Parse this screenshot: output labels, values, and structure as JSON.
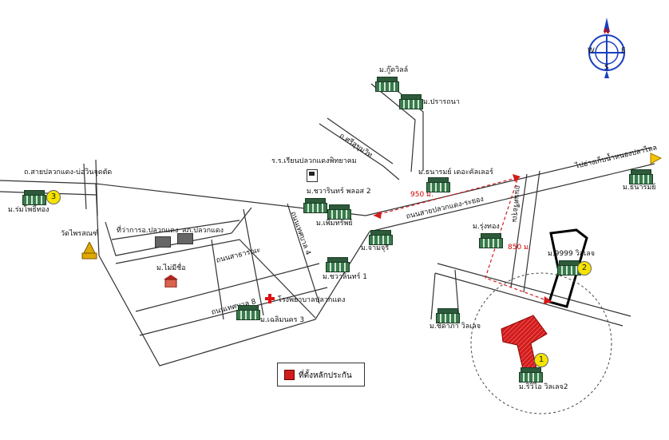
{
  "compass": {
    "north": "N",
    "east": "E",
    "south": "S",
    "west": "W"
  },
  "roads": {
    "road_main": "ถนนสายปลวกแดง-ระยอง",
    "road_top": "ไปอ่างเก็บน้ำหนองปลาไหล",
    "road_left": "ถ.สายปลวกแดง-บ่อวินจุดตัด",
    "road_soi": "ถ.ศรีสุขุมวิท",
    "road_inner1": "ถนนสาธารณะ",
    "road_inner2": "ถนนเทศบาล 8",
    "road_inner3": "ถนนเทศบาล 4",
    "road_side": "ถนนศรีอรุณ"
  },
  "distances": {
    "d1": "950 ม.",
    "d2": "850 ม."
  },
  "places": {
    "mu_gwin": "ม.กู๊ดวิลล์",
    "mu_prathana": "ม.ปรารถนา",
    "school": "ร.ร.เรียนปลวกแดงพิทยาคม",
    "mu_chawarin2": "ม.ชวารินทร์ พลอส 2",
    "mu_thanarom": "ม.ธนารมย์ เดอะคัลเลอร์",
    "mu_permsap": "ม.เพิ่มทรัพย์",
    "mu_amata": "ม.จามจุรี",
    "mu_rungthong": "ม.รุ่งทอง",
    "mu_chawarin1": "ม.ชวาลินทร์ 1",
    "district_office": "ที่ว่าการอ.ปลวกแดง",
    "police": "สภ.ปลวกแดง",
    "mu_romphothong": "ม.ร่มโพธิ์ทอง",
    "temple": "วัดไพรสณฑ์",
    "mu_mai_mi_chue": "ม.ไม่มีชื่อ",
    "hospital": "โรงพยาบาลปลวกแดง",
    "mu_chalermnakorn3": "ม.เฉลิมนคร 3",
    "mu_999": "ม.9999 วิลเลจ",
    "mu_chida": "ม.ชิดาภา วิลเลจ",
    "mu_riviera": "ม.ริวิไอ วิลเลจ2",
    "mu_thanarom_e": "ม.ธนารมย์"
  },
  "markers": {
    "m1": "1",
    "m2": "2",
    "m3": "3"
  },
  "legend": {
    "label": "ที่ตั้งหลักประกัน",
    "color": "#d21c1c"
  }
}
